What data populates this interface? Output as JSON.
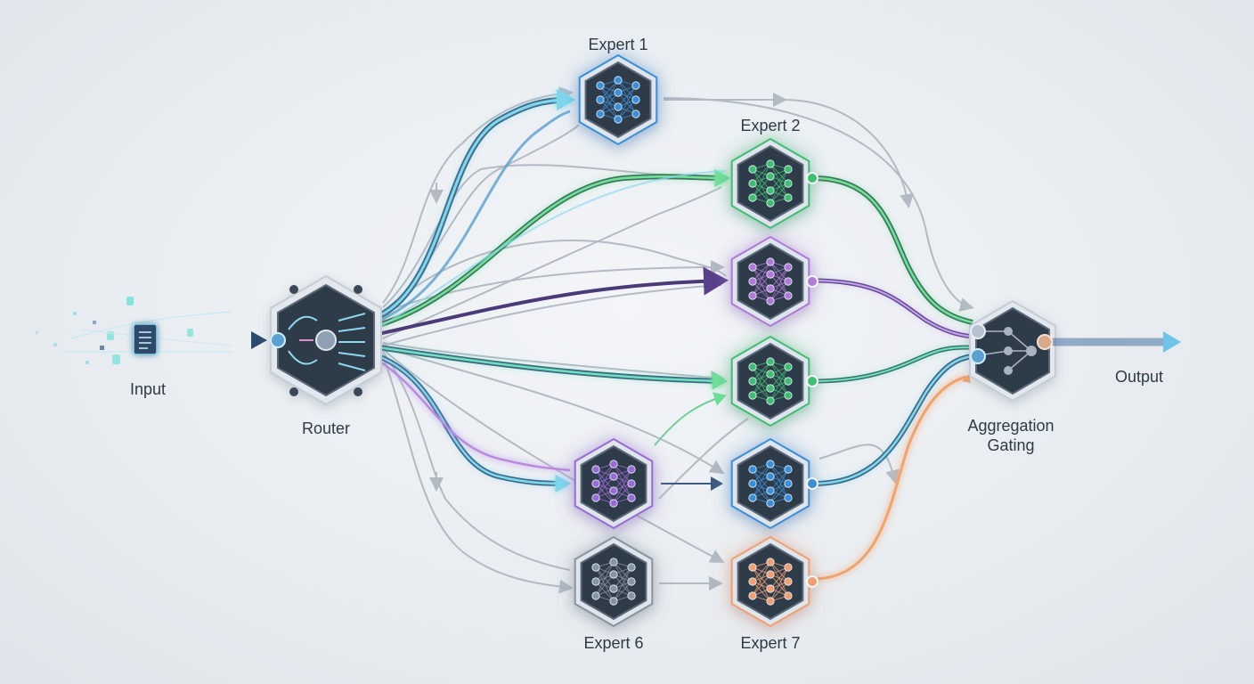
{
  "diagram": {
    "nodes": {
      "input": {
        "label": "Input"
      },
      "router": {
        "label": "Router"
      },
      "expert1": {
        "label": "Expert 1",
        "color": "#3b8fd6"
      },
      "expert2": {
        "label": "Expert 2",
        "color": "#3fbf72"
      },
      "expert3": {
        "label": "",
        "color": "#b07ad8"
      },
      "expert4": {
        "label": "",
        "color": "#3fbf72"
      },
      "expert5": {
        "label": "",
        "color": "#3b8fd6"
      },
      "expert6": {
        "label": "Expert 6",
        "color": "#8a94a0"
      },
      "expert7": {
        "label": "Expert 7",
        "color": "#f0a070"
      },
      "expertMid": {
        "label": "",
        "color": "#9a6ad6"
      },
      "aggregation": {
        "label_line1": "Aggregation",
        "label_line2": "Gating"
      },
      "output": {
        "label": "Output"
      }
    },
    "colors": {
      "hex_fill": "#2f3a48",
      "hex_edge": "#5b6878",
      "path_grey": "#a9b1bb",
      "flow_blue": "#3a86c8",
      "flow_cyan": "#7fd8ec",
      "flow_green": "#3fcf7a",
      "flow_purple": "#a077d8",
      "flow_orange": "#f2a36c"
    }
  }
}
